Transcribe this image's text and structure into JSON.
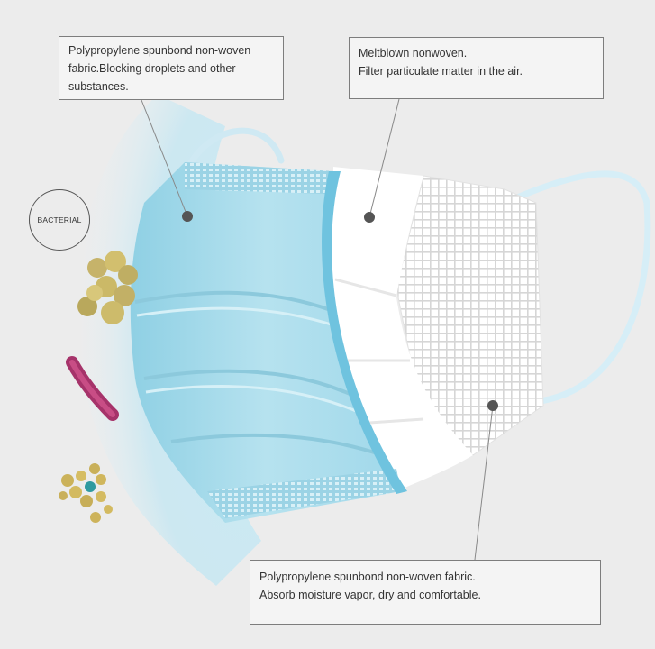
{
  "badge": {
    "label": "BACTERIAL"
  },
  "callouts": {
    "outer": {
      "lines": [
        "Polypropylene spunbond non-woven",
        "fabric.Blocking droplets and other",
        "substances."
      ]
    },
    "middle": {
      "lines": [
        "Meltblown nonwoven.",
        "Filter particulate matter in the air."
      ]
    },
    "inner": {
      "lines": [
        "Polypropylene spunbond non-woven fabric.",
        "Absorb moisture vapor, dry and comfortable."
      ]
    }
  },
  "colors": {
    "background": "#ececec",
    "mask_blue": "#a9dcec",
    "mask_blue_dark": "#7fc3da",
    "white_layer": "#ffffff",
    "bacteria_yellow": "#c9b463",
    "bacteria_magenta": "#b0336c",
    "bacteria_teal": "#2f9aa0"
  }
}
